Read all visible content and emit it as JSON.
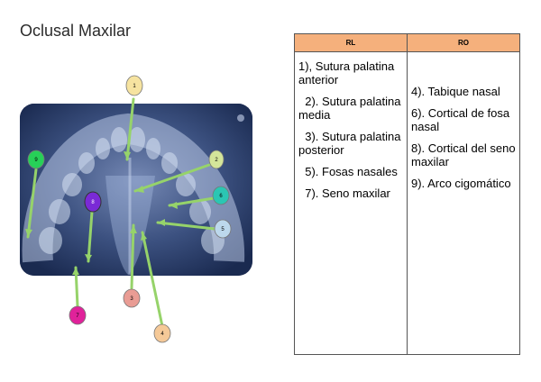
{
  "title": "Oclusal Maxilar",
  "table": {
    "headers": [
      "RL",
      "RO"
    ],
    "rl": [
      "1), Sutura palatina anterior",
      "  2). Sutura palatina media",
      "  3). Sutura palatina posterior",
      "  5). Fosas nasales",
      "  7). Seno maxilar"
    ],
    "ro": [
      "4). Tabique nasal",
      "6). Cortical de fosa nasal",
      "8). Cortical del seno maxilar",
      "9). Arco cigomático"
    ]
  },
  "markers": [
    {
      "label": "1",
      "color": "#f6e3a0"
    },
    {
      "label": "2",
      "color": "#d4e59a"
    },
    {
      "label": "3",
      "color": "#e99c94"
    },
    {
      "label": "4",
      "color": "#f5c998"
    },
    {
      "label": "5",
      "color": "#bcd8ec"
    },
    {
      "label": "6",
      "color": "#2bc6b3"
    },
    {
      "label": "7",
      "color": "#e0229a"
    },
    {
      "label": "8",
      "color": "#7a2ad6"
    },
    {
      "label": "9",
      "color": "#27d058"
    }
  ],
  "arrow_color": "#96d36a"
}
